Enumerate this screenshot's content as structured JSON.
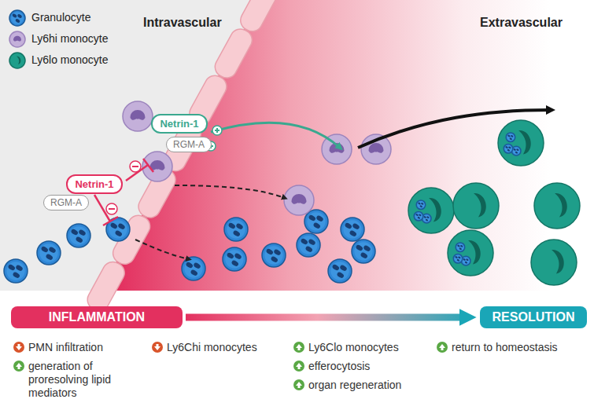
{
  "diagram": {
    "nodes": [
      {
        "text": [
          "Netrin-1"
        ]
      },
      {
        "text": [
          "RGM-A"
        ]
      },
      {
        "text": [
          "Netrin-1"
        ]
      },
      {
        "text": [
          "RGM-A"
        ]
      },
      {
        "text": [
          "INFLAMMATION"
        ]
      },
      {
        "text": [
          "RESOLUTION"
        ]
      }
    ],
    "edges": [
      {
        "from": 4,
        "to": 5,
        "arrow": "to"
      }
    ],
    "labels": [
      "Intravascular",
      "Extravascular",
      "PMN infiltration",
      "generation of proresolving lipid mediators",
      "Ly6Chi monocytes",
      "Ly6Clo monocytes",
      "efferocytosis",
      "organ regeneration",
      "return to homeostasis"
    ],
    "legend": [
      {
        "text": "Granulocyte"
      },
      {
        "text": "Ly6hi monocyte"
      },
      {
        "text": "Ly6lo monocyte"
      }
    ]
  }
}
